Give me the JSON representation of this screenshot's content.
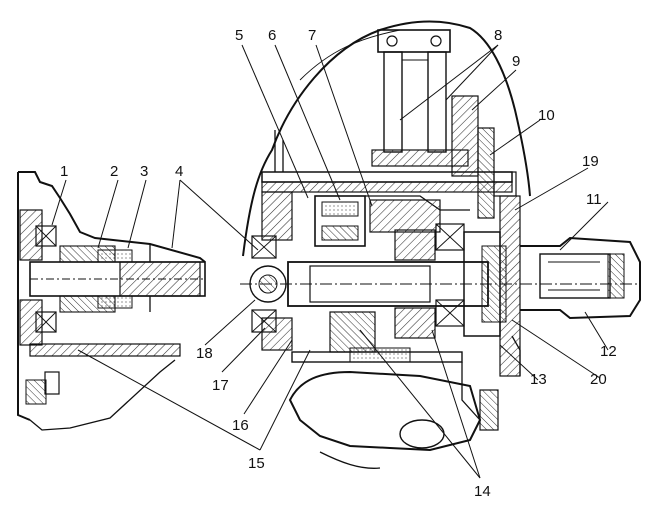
{
  "diagram": {
    "colors": {
      "ink": "#111111",
      "hatch": "#333333",
      "background": "#ffffff"
    },
    "callouts": [
      "1",
      "2",
      "3",
      "4",
      "5",
      "6",
      "7",
      "8",
      "9",
      "10",
      "11",
      "12",
      "13",
      "14",
      "15",
      "16",
      "17",
      "18",
      "19",
      "20"
    ]
  }
}
